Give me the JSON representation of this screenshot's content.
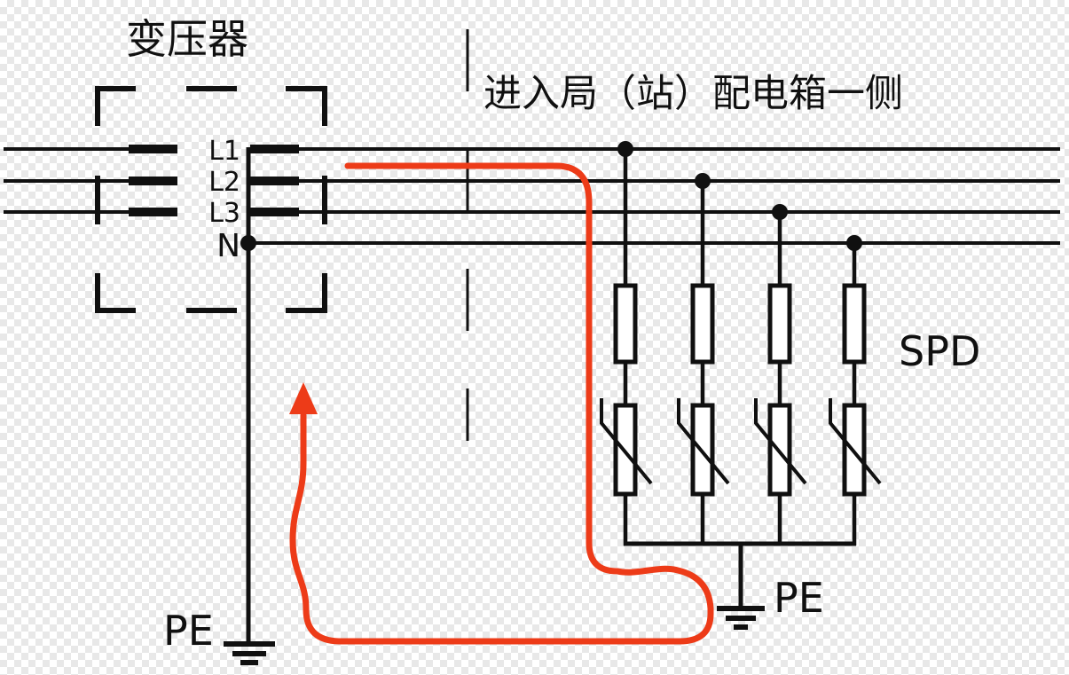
{
  "diagram": {
    "title": "变压器",
    "boundary_label": "进入局（站）配电箱一侧",
    "bus_labels": {
      "l1": "L1",
      "l2": "L2",
      "l3": "L3",
      "n": "N"
    },
    "spd_label": "SPD",
    "pe_labels": {
      "left": "PE",
      "right": "PE"
    }
  },
  "colors": {
    "line": "#101010",
    "red": "#ed3b18",
    "checker": "#e8e8e8",
    "bg": "#ffffff"
  }
}
